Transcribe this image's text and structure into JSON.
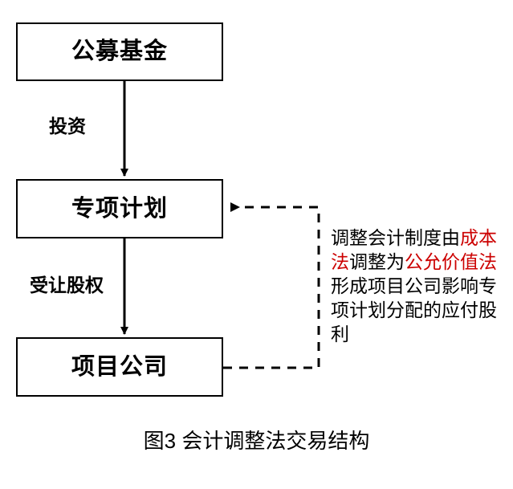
{
  "figure": {
    "caption": "图3 会计调整法交易结构",
    "background_color": "#ffffff",
    "line_color": "#000000",
    "highlight_color": "#CC0000"
  },
  "nodes": [
    {
      "id": "public-fund",
      "label": "公募基金"
    },
    {
      "id": "special-plan",
      "label": "专项计划"
    },
    {
      "id": "project-co",
      "label": "项目公司"
    }
  ],
  "edges": [
    {
      "id": "invest",
      "label": "投资",
      "from": "公募基金",
      "to": "专项计划",
      "style": "solid"
    },
    {
      "id": "transfer",
      "label": "受让股权",
      "from": "专项计划",
      "to": "项目公司",
      "style": "solid"
    },
    {
      "id": "dividend",
      "label": "",
      "from": "项目公司",
      "to": "专项计划",
      "style": "dashed"
    }
  ],
  "annotation": {
    "segments": [
      {
        "text": "调整会计制度由",
        "highlight": false
      },
      {
        "text": "成本法",
        "highlight": true
      },
      {
        "text": "调整为",
        "highlight": false
      },
      {
        "text": "公允价值法",
        "highlight": true
      },
      {
        "text": "形成项目公司影响专项计划分配的应付股利",
        "highlight": false
      }
    ],
    "full_text": "调整会计制度由成本法调整为公允价值法形成项目公司影响专项计划分配的应付股利"
  }
}
